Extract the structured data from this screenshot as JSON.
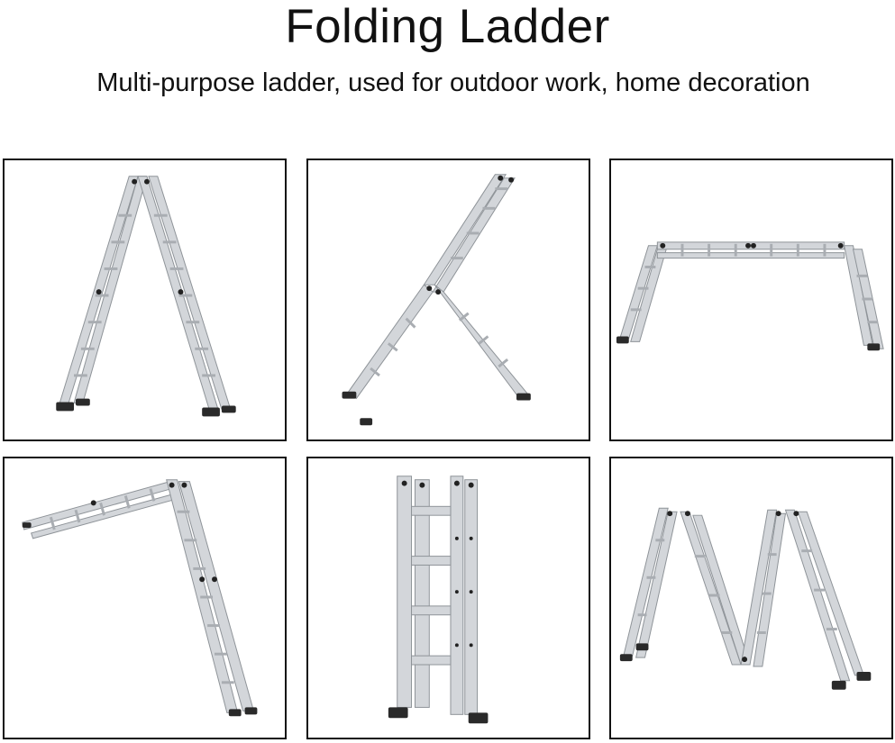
{
  "header": {
    "title": "Folding Ladder",
    "subtitle": "Multi-purpose ladder, used for outdoor work, home decoration"
  },
  "panels": [
    {
      "config": "a-frame ladder"
    },
    {
      "config": "partially folded ladder"
    },
    {
      "config": "scaffold / bridge ladder"
    },
    {
      "config": "extended leaning ladder"
    },
    {
      "config": "fully folded ladder"
    },
    {
      "config": "double a-frame (m-shape) ladder"
    }
  ],
  "colors": {
    "frame": "#111111",
    "rail": "#c9ccd0",
    "rail_edge": "#8e9398",
    "rivet": "#222222",
    "foot": "#2a2a2a"
  }
}
